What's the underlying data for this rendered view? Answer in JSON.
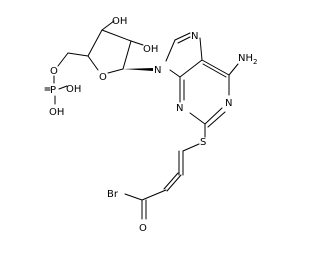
{
  "molecule": {
    "atoms": {
      "oh_top": "OH",
      "oh_right": "OH",
      "o_ether": "O",
      "p": "P",
      "oh_p_right": "OH",
      "oh_p_bottom": "OH",
      "o_ring": "O",
      "n9": "N",
      "n7": "N",
      "nh2": "NH",
      "nh2_sub": "2",
      "n3": "N",
      "n1": "N",
      "s": "S",
      "br": "Br",
      "o_carbonyl": "O"
    }
  }
}
